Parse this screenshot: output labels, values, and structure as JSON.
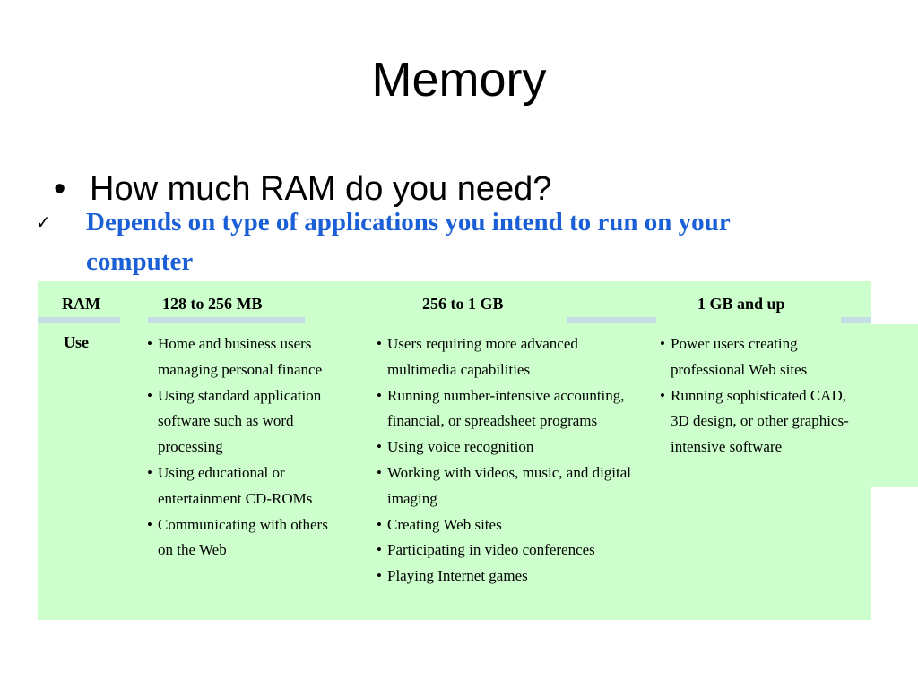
{
  "slide": {
    "title": "Memory",
    "bullet_marker": "•",
    "bullet_text": "How much RAM do you need?",
    "check_marker": "✓",
    "check_text": "Depends on type of applications you intend to run on your computer"
  },
  "table": {
    "header": {
      "row_label": "RAM",
      "columns": [
        "128 to 256 MB",
        "256 to 1 GB",
        "1 GB and up"
      ]
    },
    "use_label": "Use",
    "cells": [
      [
        "Home and business users managing personal finance",
        "Using standard application software such as word processing",
        "Using educational or entertainment CD-ROMs",
        "Communicating with others on the Web"
      ],
      [
        "Users requiring more advanced multimedia capabilities",
        "Running number-intensive accounting, financial, or spreadsheet programs",
        "Using voice recognition",
        "Working with videos, music, and digital imaging",
        "Creating Web sites",
        "Participating in video conferences",
        "Playing Internet games"
      ],
      [
        "Power users creating professional Web sites",
        "Running sophisticated CAD, 3D design, or other graphics-intensive software"
      ]
    ]
  },
  "colors": {
    "accent_text": "#1a5fd6",
    "table_background": "#ccffcc"
  }
}
